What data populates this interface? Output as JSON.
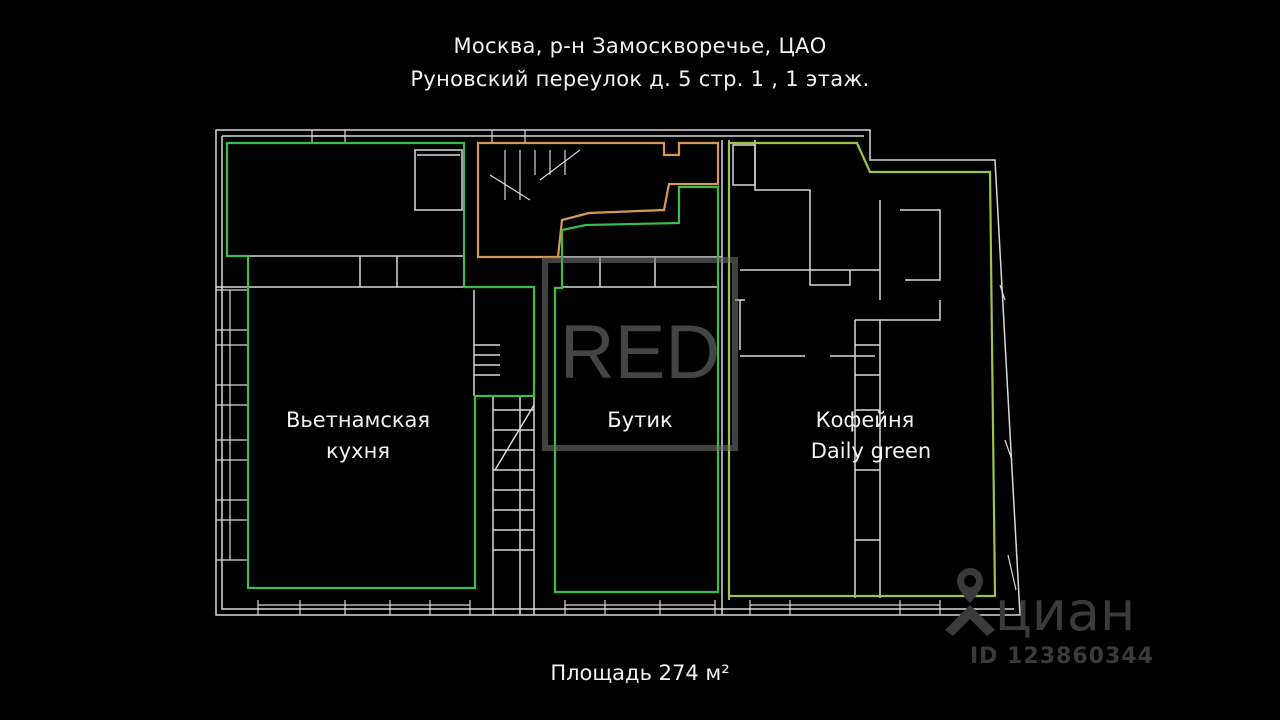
{
  "header": {
    "line1": "Москва, р-н Замоскворечье, ЦАО",
    "line2": "Руновский переулок д. 5 стр. 1 , 1 этаж."
  },
  "rooms": [
    {
      "line1": "Вьетнамская",
      "line2": "кухня",
      "color": "#3dbb4a"
    },
    {
      "line1": "Бутик",
      "color": "#3dbb4a"
    },
    {
      "line1": "Кофейня",
      "line2": "Daily green",
      "color": "#9ec24a"
    }
  ],
  "stair_room_color": "#d49a55",
  "logo": {
    "text": "RED"
  },
  "footer": {
    "area": "Площадь 274 м²"
  },
  "watermark": {
    "brand": "циан",
    "id": "ID 123860344",
    "icon": "location-pin-icon"
  }
}
